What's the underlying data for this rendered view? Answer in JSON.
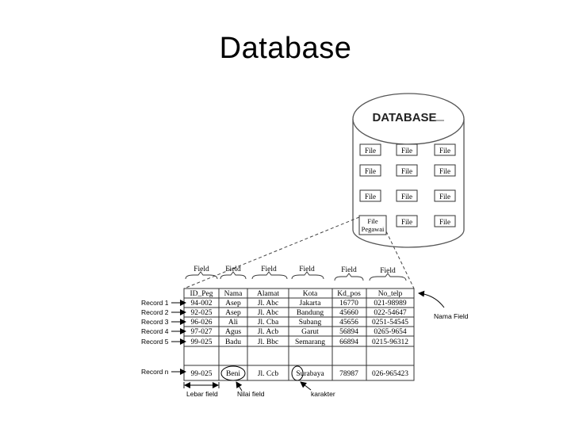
{
  "slide": {
    "title": "Database"
  },
  "database": {
    "label": "DATABASE",
    "file_label": "File",
    "special_file": [
      "File",
      "Pegawai"
    ]
  },
  "field_label": "Field",
  "table": {
    "headers": [
      "ID_Peg",
      "Nama",
      "Alamat",
      "Kota",
      "Kd_pos",
      "No_telp"
    ],
    "rows": [
      [
        "94-002",
        "Asep",
        "Jl. Abc",
        "Jakarta",
        "16770",
        "021-98989"
      ],
      [
        "92-025",
        "Asep",
        "Jl. Abc",
        "Bandung",
        "45660",
        "022-54647"
      ],
      [
        "96-026",
        "Ali",
        "Jl. Cba",
        "Subang",
        "45656",
        "0251-54545"
      ],
      [
        "97-027",
        "Agus",
        "Jl. Acb",
        "Garut",
        "56894",
        "0265-9654"
      ],
      [
        "99-025",
        "Badu",
        "Jl. Bbc",
        "Semarang",
        "66894",
        "0215-96312"
      ]
    ],
    "last_row": [
      "99-025",
      "Beni",
      "Jl. Ccb",
      "Surabaya",
      "78987",
      "026-965423"
    ]
  },
  "record_labels": [
    "Record 1",
    "Record 2",
    "Record 3",
    "Record 4",
    "Record 5"
  ],
  "record_n_label": "Record n",
  "annotations": {
    "nama_field": "Nama Field",
    "lebar_field": "Lebar field",
    "nilai_field": "Nilai field",
    "karakter": "karakter"
  }
}
